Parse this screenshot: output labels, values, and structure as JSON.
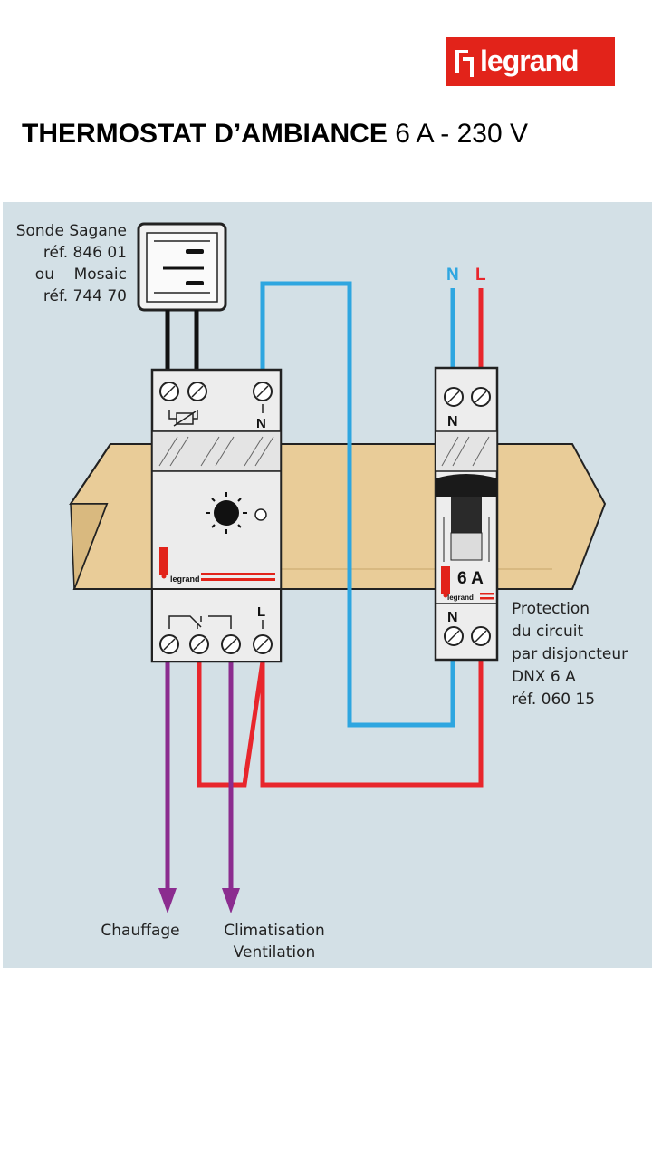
{
  "brand": {
    "name": "legrand",
    "color": "#e2231a"
  },
  "header": {
    "title_bold": "THERMOSTAT D’AMBIANCE",
    "title_rest": " 6 A - 230 V"
  },
  "diagram": {
    "probe": {
      "line1": "Sonde Sagane",
      "line2": "réf. 846 01",
      "line3": "ou    Mosaic",
      "line4": "réf. 744 70"
    },
    "phase_labels": {
      "neutral": "N",
      "live": "L"
    },
    "thermostat": {
      "terminal_n": "N",
      "terminal_l": "L",
      "brand": "legrand"
    },
    "breaker": {
      "terminal_n_top": "N",
      "terminal_n_bottom": "N",
      "rating": "6 A",
      "brand": "legrand"
    },
    "protection": {
      "line1": "Protection",
      "line2": "du circuit",
      "line3": "par disjoncteur",
      "line4": "DNX 6 A",
      "line5": "réf. 060 15"
    },
    "outputs": {
      "heating": "Chauffage",
      "cooling_line1": "Climatisation",
      "cooling_line2": "Ventilation"
    },
    "colors": {
      "neutral_wire": "#2ea6e0",
      "live_wire": "#e8262c",
      "output_wire": "#8b2c8f",
      "rail": "#e9cc98",
      "background": "#d3e0e6"
    }
  }
}
